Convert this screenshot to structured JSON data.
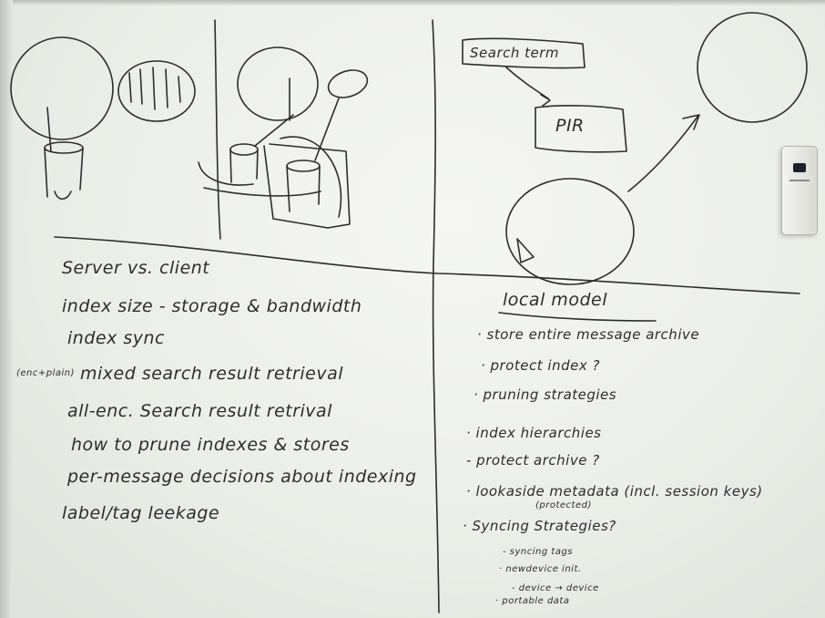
{
  "top_right": {
    "search_term": "Search term",
    "pir": "PIR"
  },
  "left_notes": [
    "Server vs. client",
    "index size - storage & bandwidth",
    "index sync",
    "mixed search result retrieval",
    "all-enc. Search result retrival",
    "how to prune indexes & stores",
    "per-message decisions about indexing",
    "label/tag leekage"
  ],
  "left_note_prefix": "(enc+plain)",
  "right_notes": {
    "heading": "local model",
    "items": [
      "· store entire message archive",
      "· protect index ?",
      "· pruning strategies",
      "· index hierarchies",
      "- protect archive ?",
      "· lookaside metadata (incl. session keys)",
      "(protected)",
      "· Syncing Strategies?",
      "- syncing tags",
      "· newdevice init.",
      "- device → device",
      "· portable data"
    ]
  },
  "colors": {
    "ink": "#2d2c2e",
    "board": "#eceee9"
  }
}
